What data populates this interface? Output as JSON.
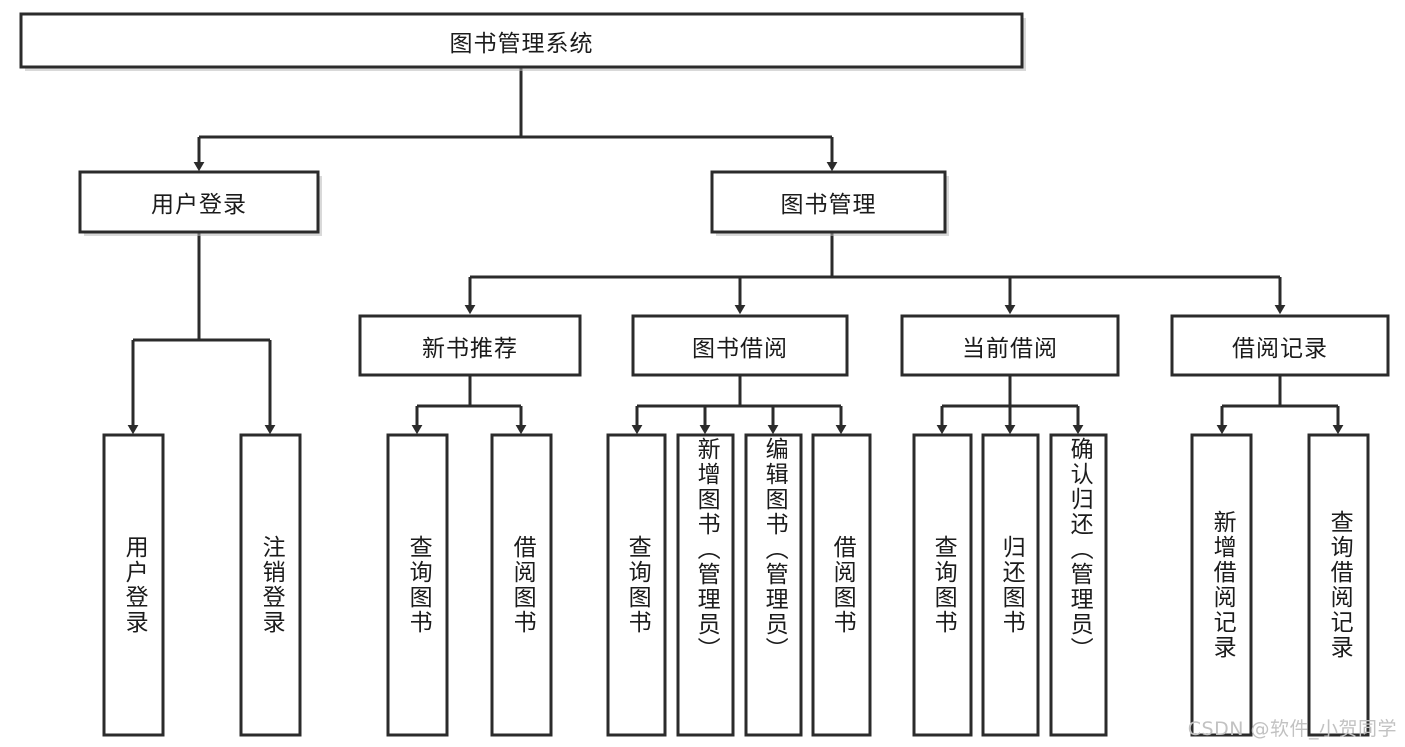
{
  "diagram": {
    "type": "tree-hierarchy",
    "title": "图书管理系统",
    "root": {
      "label": "图书管理系统"
    },
    "level2": [
      {
        "id": "user-login",
        "label": "用户登录"
      },
      {
        "id": "book-manage",
        "label": "图书管理"
      }
    ],
    "level3": [
      {
        "id": "new-book-recommend",
        "label": "新书推荐",
        "parent": "book-manage"
      },
      {
        "id": "book-borrow",
        "label": "图书借阅",
        "parent": "book-manage"
      },
      {
        "id": "current-borrow",
        "label": "当前借阅",
        "parent": "book-manage"
      },
      {
        "id": "borrow-record",
        "label": "借阅记录",
        "parent": "book-manage"
      }
    ],
    "leaves": [
      {
        "id": "leaf-user-login",
        "label": "用户登录",
        "parent": "user-login"
      },
      {
        "id": "leaf-user-logout",
        "label": "注销登录",
        "parent": "user-login"
      },
      {
        "id": "leaf-query-book-1",
        "label": "查询图书",
        "parent": "new-book-recommend"
      },
      {
        "id": "leaf-borrow-book-1",
        "label": "借阅图书",
        "parent": "new-book-recommend"
      },
      {
        "id": "leaf-query-book-2",
        "label": "查询图书",
        "parent": "book-borrow"
      },
      {
        "id": "leaf-add-book",
        "label": "新增图书（管理员）",
        "parent": "book-borrow"
      },
      {
        "id": "leaf-edit-book",
        "label": "编辑图书（管理员）",
        "parent": "book-borrow"
      },
      {
        "id": "leaf-borrow-book-2",
        "label": "借阅图书",
        "parent": "book-borrow"
      },
      {
        "id": "leaf-query-book-3",
        "label": "查询图书",
        "parent": "current-borrow"
      },
      {
        "id": "leaf-return-book",
        "label": "归还图书",
        "parent": "current-borrow"
      },
      {
        "id": "leaf-confirm-return",
        "label": "确认归还（管理员）",
        "parent": "current-borrow"
      },
      {
        "id": "leaf-add-record",
        "label": "新增借阅记录",
        "parent": "borrow-record"
      },
      {
        "id": "leaf-query-record",
        "label": "查询借阅记录",
        "parent": "borrow-record"
      }
    ],
    "colors": {
      "box_stroke": "#2b2b2b",
      "box_fill": "#ffffff",
      "connector": "#2b2b2b",
      "text": "#1b1b1b",
      "background": "#ffffff",
      "watermark": "#c2c2c2"
    }
  },
  "watermark": {
    "text": "CSDN @软件_小贺同学"
  }
}
